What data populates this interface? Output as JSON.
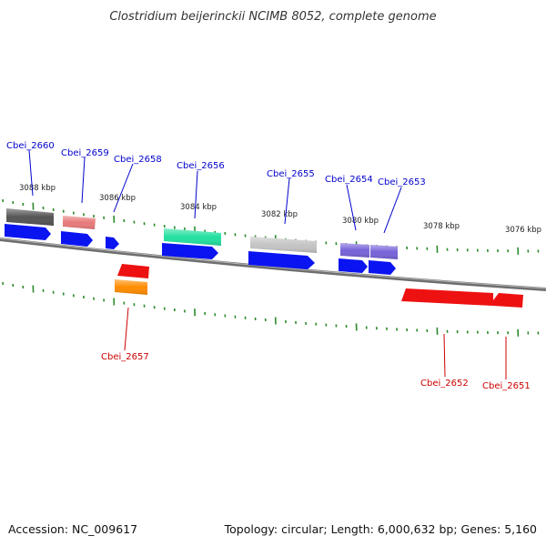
{
  "title": "Clostridium beijerinckii NCIMB 8052, complete genome",
  "footer": {
    "accession": "Accession: NC_009617",
    "topology": "Topology: circular; Length: 6,000,632 bp; Genes: 5,160"
  },
  "colors": {
    "backbone": "#7a7a7a",
    "tick": "#2a8a2a",
    "cds_strand": "#0a14f0",
    "label_forward": "#0000cc",
    "label_reverse": "#cc0000"
  },
  "kbp_labels": [
    "3088 kbp",
    "3086 kbp",
    "3084 kbp",
    "3082 kbp",
    "3080 kbp",
    "3078 kbp",
    "3076 kbp"
  ],
  "genes": [
    {
      "name": "Cbei_2660",
      "strand": "top",
      "color": "#555555"
    },
    {
      "name": "Cbei_2659",
      "strand": "top",
      "color": "#e87a7a"
    },
    {
      "name": "Cbei_2658",
      "strand": "top",
      "color": "#0a14f0"
    },
    {
      "name": "Cbei_2656",
      "strand": "top",
      "color": "#22e0a0"
    },
    {
      "name": "Cbei_2655",
      "strand": "top",
      "color": "#c4c4c4"
    },
    {
      "name": "Cbei_2654",
      "strand": "top",
      "color": "#7763d8"
    },
    {
      "name": "Cbei_2653",
      "strand": "top",
      "color": "#7763d8"
    },
    {
      "name": "Cbei_2657",
      "strand": "bottom",
      "color": "#ff8c00"
    },
    {
      "name": "Cbei_2652",
      "strand": "bottom",
      "color": "#ee1111"
    },
    {
      "name": "Cbei_2651",
      "strand": "bottom",
      "color": "#ee1111"
    }
  ]
}
